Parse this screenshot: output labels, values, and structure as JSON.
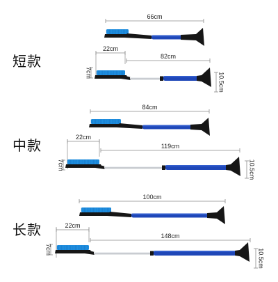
{
  "sections": [
    {
      "label": "短款",
      "short_length": "66cm",
      "long_length": "82cm",
      "brush_width": "22cm",
      "brush_height": "7cm",
      "scraper_width": "10.5cm"
    },
    {
      "label": "中款",
      "short_length": "84cm",
      "long_length": "119cm",
      "brush_width": "22cm",
      "brush_height": "7cm",
      "scraper_width": "10.5cm"
    },
    {
      "label": "长款",
      "short_length": "100cm",
      "long_length": "148cm",
      "brush_width": "22cm",
      "brush_height": "7cm",
      "scraper_width": "10.5cm"
    }
  ],
  "colors": {
    "bristle": "#1f8fe0",
    "bristle_dark": "#0f5fae",
    "handle_blue": "#1f47b8",
    "handle_dark": "#15307e",
    "metal": "#c9ccd1",
    "black_part": "#161616",
    "dim_line": "#8a8a8a"
  }
}
